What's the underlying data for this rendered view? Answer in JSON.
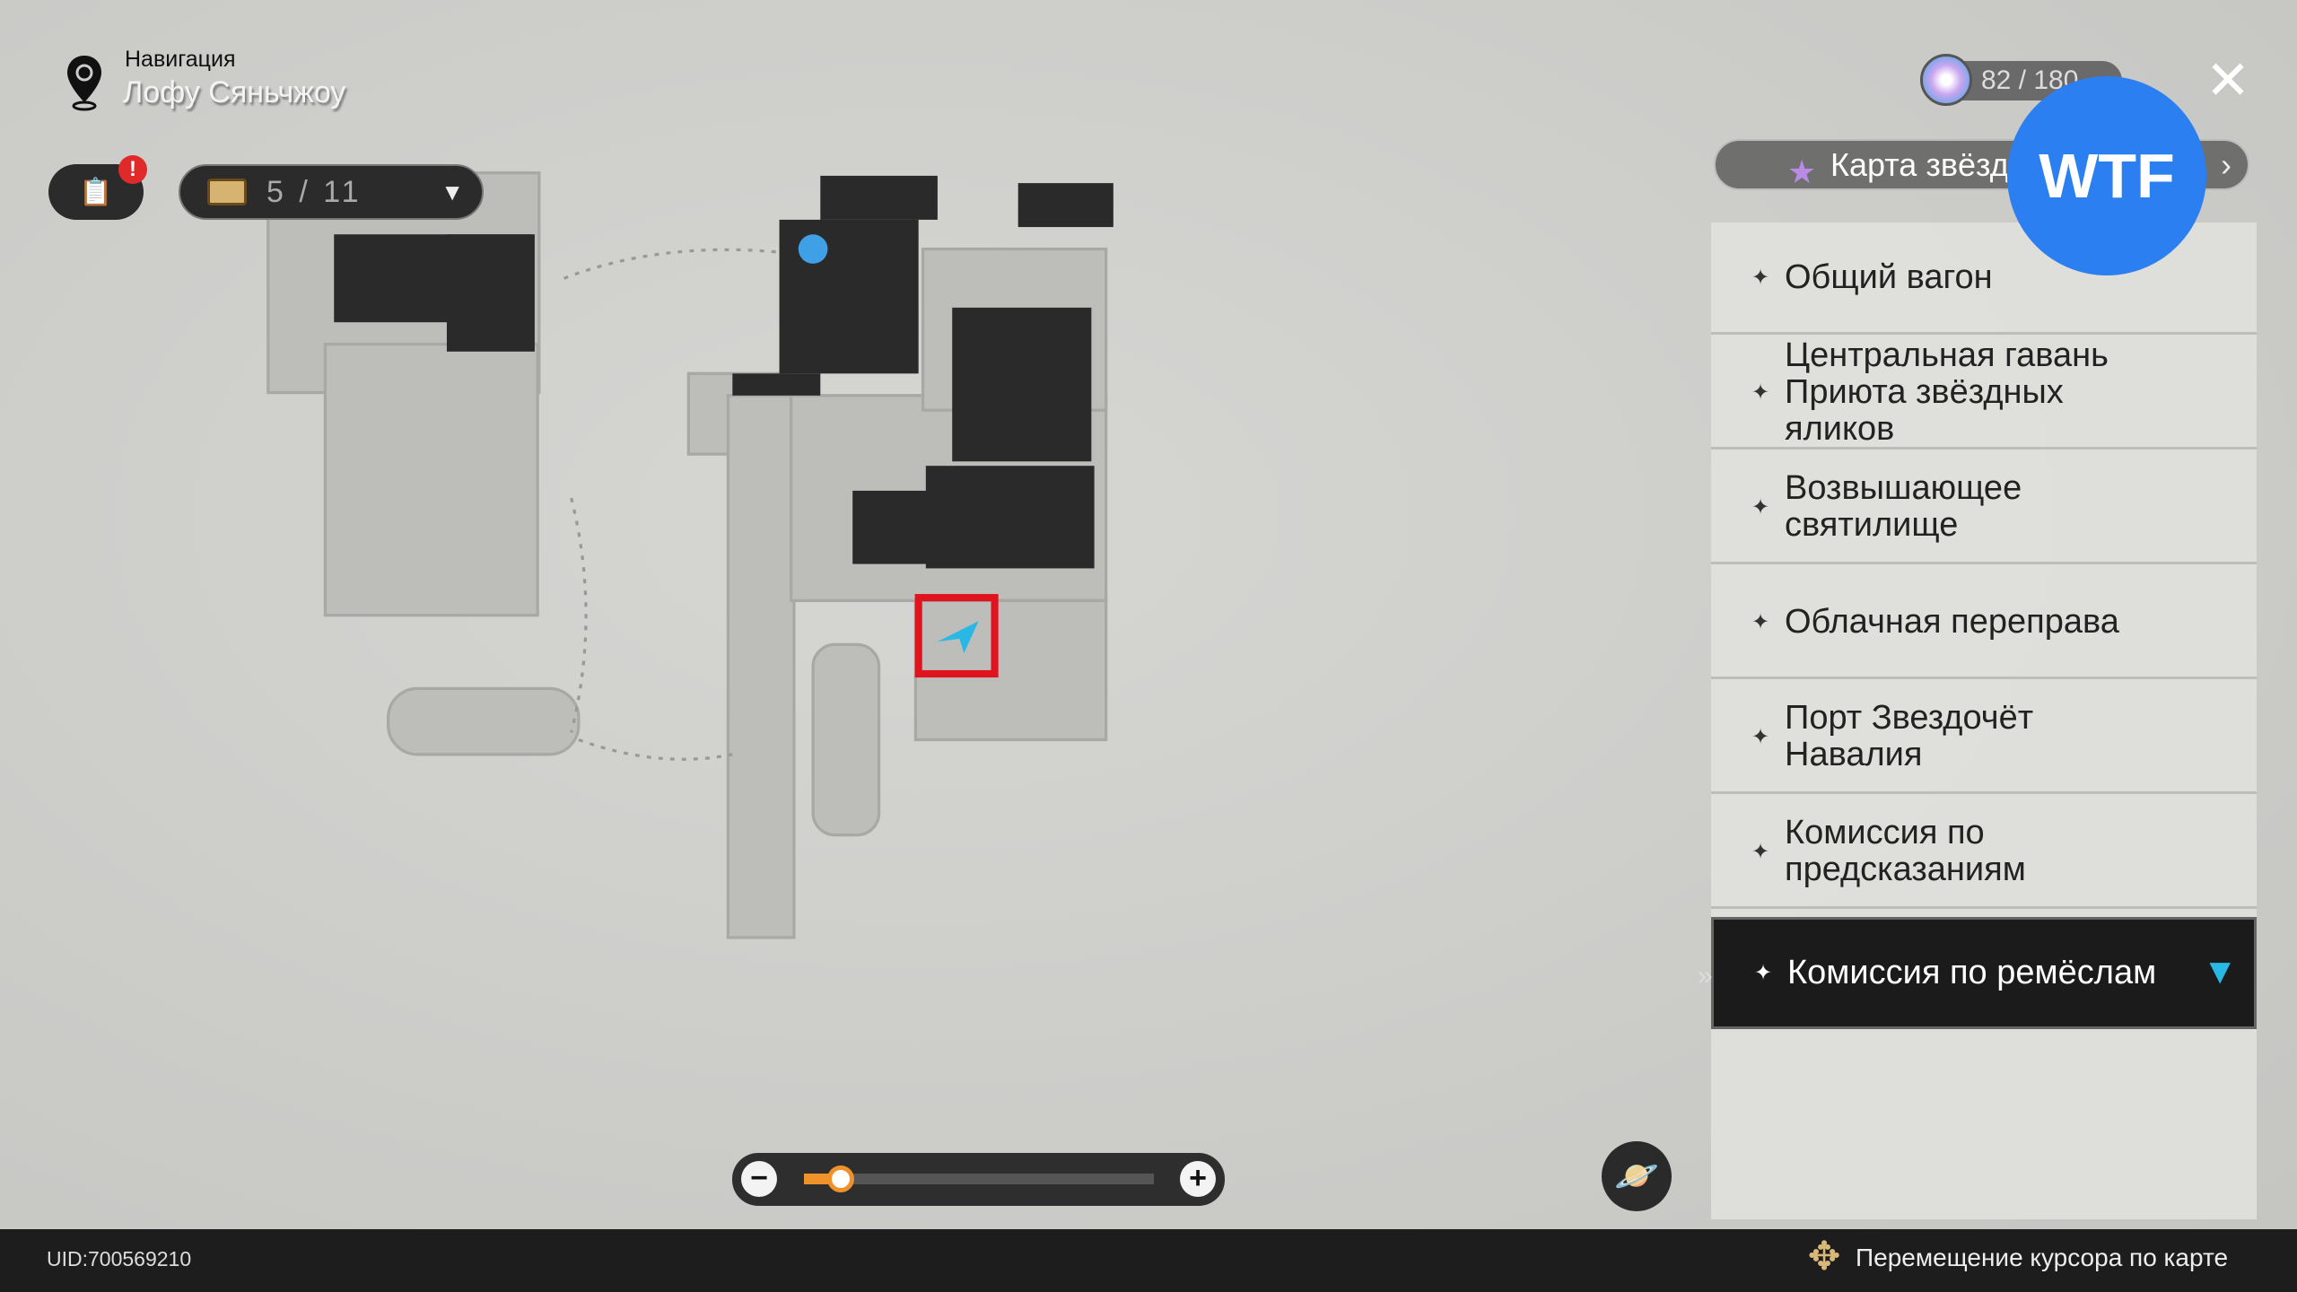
{
  "header": {
    "title": "Навигация",
    "location": "Лофу Сяньчжоу"
  },
  "tasks": {
    "badge": "!",
    "icon": "clipboard-icon"
  },
  "chests": {
    "count": "5 / 11",
    "dropdown": "▼"
  },
  "resource": {
    "value": "82 / 180"
  },
  "close": {
    "label": "✕"
  },
  "starmap": {
    "label": "Карта звёзд",
    "arrow": "›"
  },
  "overlay": {
    "text": "WTF"
  },
  "areas": [
    {
      "label": "Общий вагон"
    },
    {
      "label": "Центральная гавань Приюта звёздных яликов"
    },
    {
      "label": "Возвышающее святилище"
    },
    {
      "label": "Облачная переправа"
    },
    {
      "label": "Порт Звездочёт Навалия"
    },
    {
      "label": "Комиссия по предсказаниям"
    },
    {
      "label": "Комиссия по ремёслам",
      "selected": true
    }
  ],
  "zoom": {
    "minus": "−",
    "plus": "+",
    "level_fraction": 0.08
  },
  "footer": {
    "uid": "UID:700569210",
    "hint": "Перемещение курсора по карте"
  },
  "colors": {
    "accent": "#f0922a",
    "selected_bg": "#1b1b1b",
    "marker": "#29b8e6",
    "highlight": "#e0141e"
  }
}
